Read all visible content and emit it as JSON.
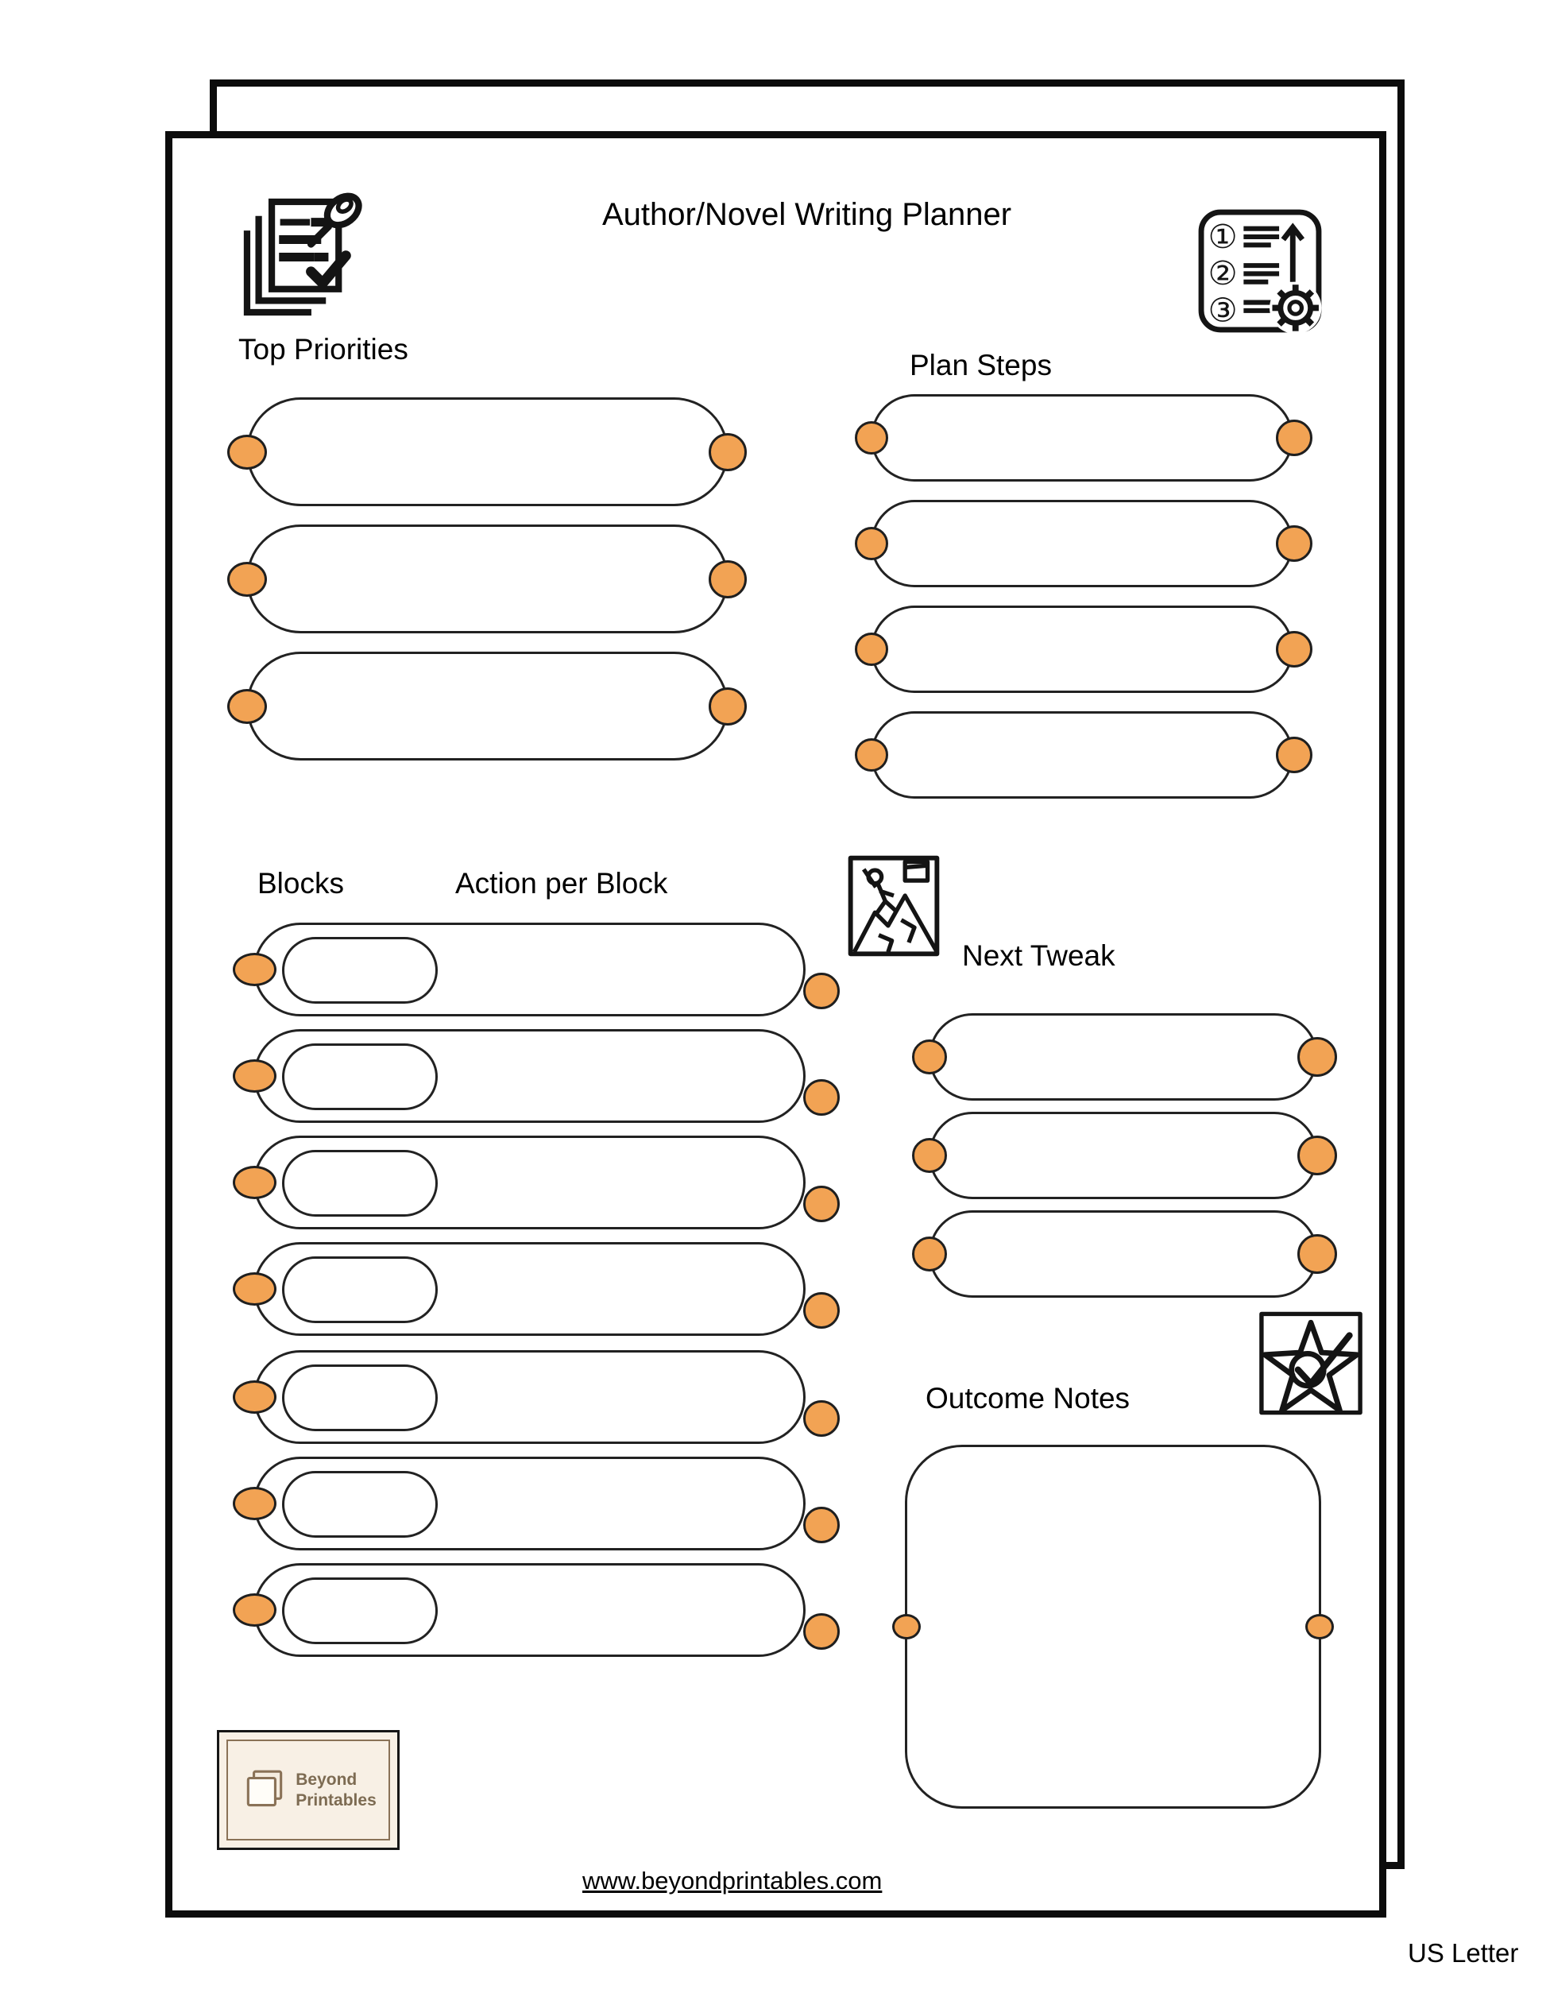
{
  "page": {
    "title": "Author/Novel Writing Planner",
    "footer_url": "www.beyondprintables.com",
    "size_label": "US Letter"
  },
  "colors": {
    "accent_orange": "#F2A354",
    "dot_outline": "#1f1f1f",
    "logo_background": "#F8F0E5",
    "logo_brown": "#7D6B52"
  },
  "sections": {
    "top_priorities": {
      "label": "Top Priorities",
      "rows": 3
    },
    "plan_steps": {
      "label": "Plan Steps",
      "rows": 4
    },
    "blocks": {
      "label": "Blocks",
      "action_label": "Action per Block",
      "rows": 7
    },
    "next_tweak": {
      "label": "Next Tweak",
      "rows": 3
    },
    "outcome_notes": {
      "label": "Outcome Notes"
    }
  },
  "logo": {
    "line1": "Beyond",
    "line2": "Printables"
  },
  "icons": {
    "header_left": "documents-pin-icon",
    "header_right": "numbered-plan-icon",
    "blocks_section": "mountain-climber-icon",
    "outcome_section": "star-check-icon",
    "logo": "stacked-pages-icon"
  }
}
